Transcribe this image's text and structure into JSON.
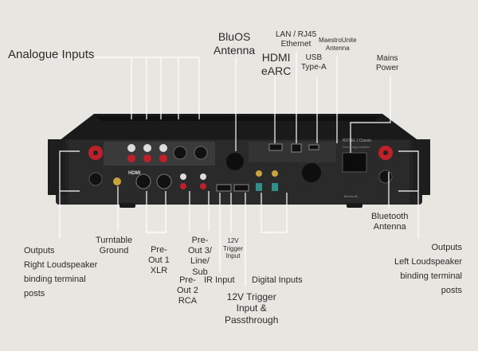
{
  "labels": {
    "analogue_inputs": "Analogue Inputs",
    "bluos_antenna": [
      "BluOS",
      "Antenna"
    ],
    "hdmi_earc": [
      "HDMI",
      "eARC"
    ],
    "lan": [
      "LAN / RJ45",
      "Ethernet"
    ],
    "usb": [
      "USB",
      "Type-A"
    ],
    "maestrounite": [
      "MaestroUnite",
      "Antenna"
    ],
    "mains": [
      "Mains",
      "Power"
    ],
    "outputs_right": [
      "Outputs",
      "Right Loudspeaker",
      "binding terminal",
      "posts"
    ],
    "turntable_ground": [
      "Turntable",
      "Ground"
    ],
    "preout1": [
      "Pre-",
      "Out 1",
      "XLR"
    ],
    "preout2": [
      "Pre-",
      "Out 2",
      "RCA"
    ],
    "preout3": [
      "Pre-",
      "Out 3/",
      "Line/",
      "Sub"
    ],
    "ir_input": "IR Input",
    "trigger_input": [
      "12V",
      "Trigger",
      "Input"
    ],
    "trigger_passthrough": [
      "12V Trigger",
      "Input &",
      "Passthrough"
    ],
    "digital_inputs": "Digital Inputs",
    "bluetooth_antenna": [
      "Bluetooth",
      "Antenna"
    ],
    "outputs_left": [
      "Outputs",
      "Left Loudspeaker",
      "binding terminal",
      "posts"
    ]
  },
  "device_markings": {
    "hdmi_logo": "HDMI",
    "brand": "ROTEL | Classic",
    "model": "Streaming Amplifier",
    "bluetooth_mark": "Bluetooth"
  },
  "colors": {
    "background": "#e8e6e1",
    "text": "#2b2b2b",
    "leader_line": "#ffffff",
    "chassis": "#1c1c1c",
    "panel": "#2a2a2a",
    "terminal_red": "#c0202a",
    "port_teal": "#2f8f8a"
  }
}
